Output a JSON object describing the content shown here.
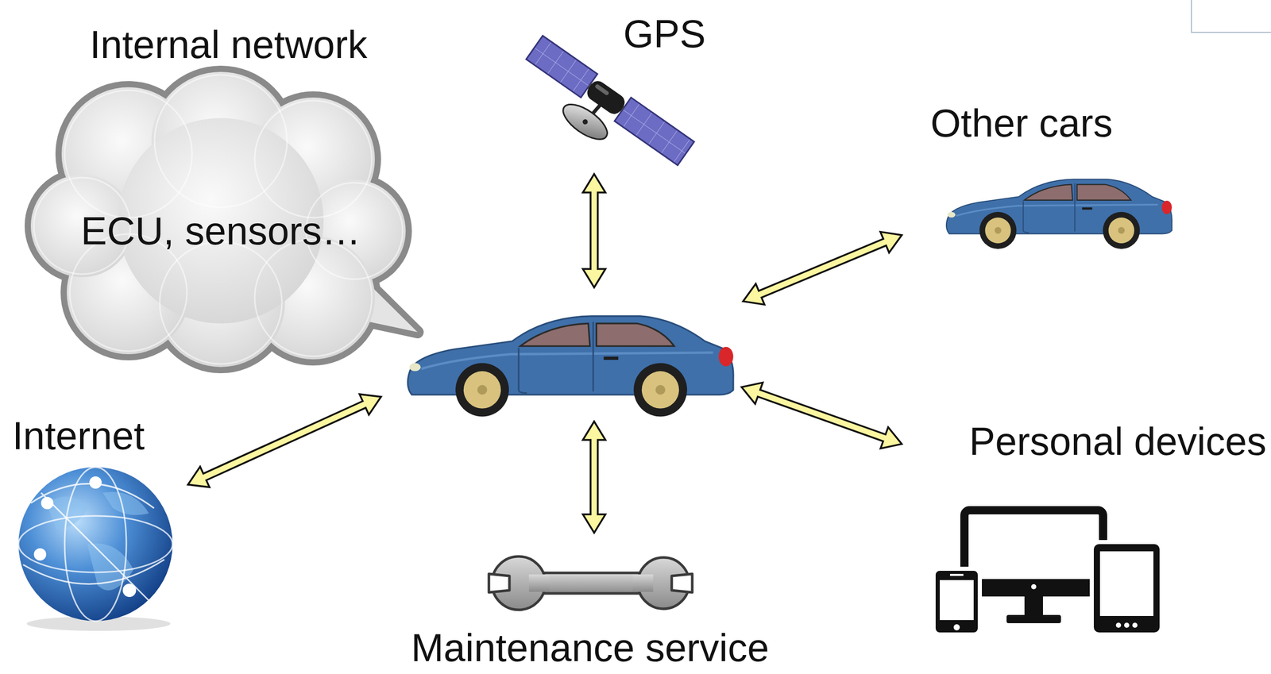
{
  "diagram": {
    "nodes": [
      {
        "text": [
          "Internal network",
          "ECU, sensors…"
        ]
      }
    ],
    "labels": [
      "GPS",
      "Other cars",
      "Internet",
      "Personal devices",
      "Maintenance service"
    ]
  }
}
